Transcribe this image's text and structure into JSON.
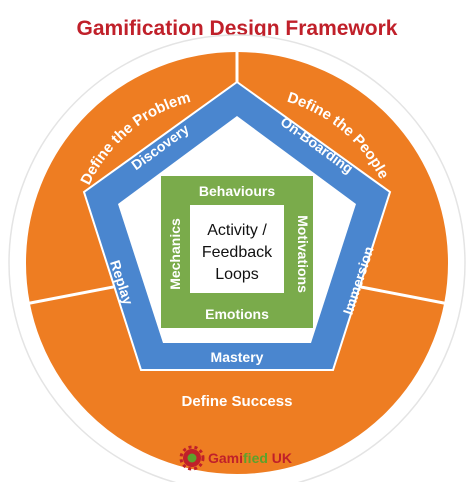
{
  "title": "Gamification Design Framework",
  "colors": {
    "title": "#c0202a",
    "outer_ring": "#ee7d22",
    "pentagon": "#4a86cf",
    "inner_square": "#7aab4b",
    "core": "#ffffff",
    "brand_red": "#c0202a",
    "brand_green": "#5ca22c"
  },
  "outer_ring": {
    "segments": [
      {
        "label": "Define the Problem"
      },
      {
        "label": "Define the People"
      },
      {
        "label": "Define Success"
      }
    ]
  },
  "pentagon": {
    "sides": [
      {
        "label": "Discovery"
      },
      {
        "label": "On-Boarding"
      },
      {
        "label": "Immersion"
      },
      {
        "label": "Mastery"
      },
      {
        "label": "Replay"
      }
    ]
  },
  "inner_square": {
    "top": "Behaviours",
    "right": "Motivations",
    "bottom": "Emotions",
    "left": "Mechanics"
  },
  "core": {
    "lines": [
      "Activity /",
      "Feedback",
      "Loops"
    ]
  },
  "brand": {
    "part1": "Gami",
    "part2": "fied",
    "part3": " UK",
    "logo_icon": "gear-icon"
  }
}
